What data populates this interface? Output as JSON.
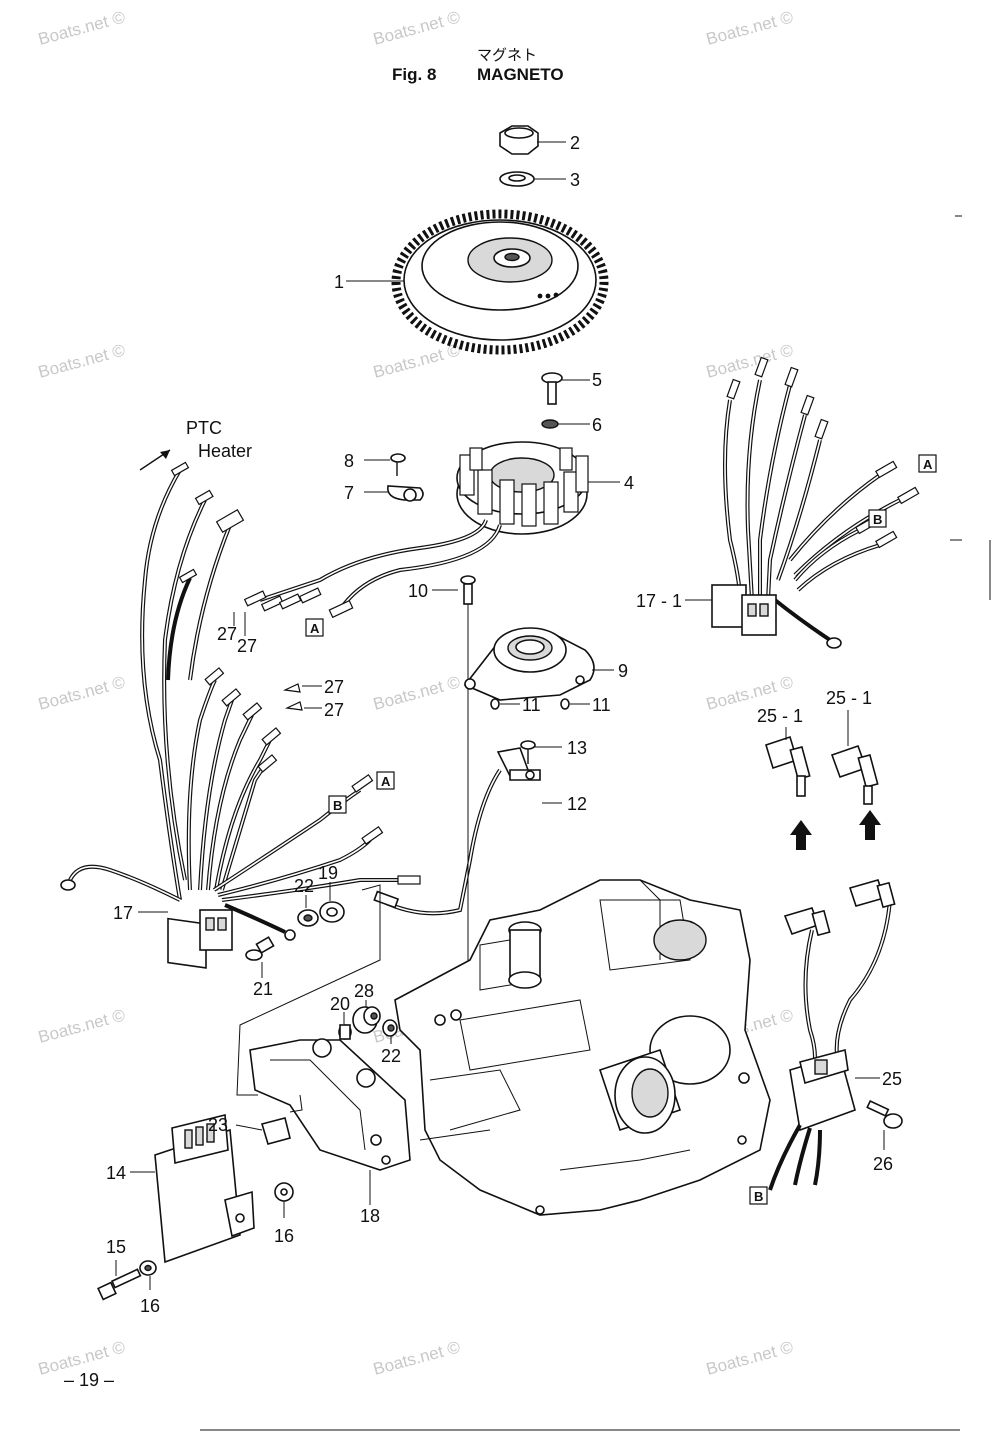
{
  "header": {
    "japanese_title": "マグネト",
    "fig_label": "Fig. 8",
    "title": "MAGNETO"
  },
  "footer": {
    "page_number": "– 19 –"
  },
  "watermark": "Boats.net ©",
  "ptc_note": {
    "line1": "PTC",
    "line2": "Heater"
  },
  "section_markers": {
    "a": "A",
    "b": "B"
  },
  "callouts": {
    "c1": "1",
    "c2": "2",
    "c3": "3",
    "c4": "4",
    "c5": "5",
    "c6": "6",
    "c7": "7",
    "c8": "8",
    "c9": "9",
    "c10": "10",
    "c11": "11",
    "c12": "12",
    "c13": "13",
    "c14": "14",
    "c15": "15",
    "c16": "16",
    "c17": "17",
    "c17_1": "17 - 1",
    "c18": "18",
    "c19": "19",
    "c20": "20",
    "c21": "21",
    "c22": "22",
    "c23": "23",
    "c25": "25",
    "c25_1": "25 - 1",
    "c26": "26",
    "c27": "27",
    "c28": "28"
  }
}
